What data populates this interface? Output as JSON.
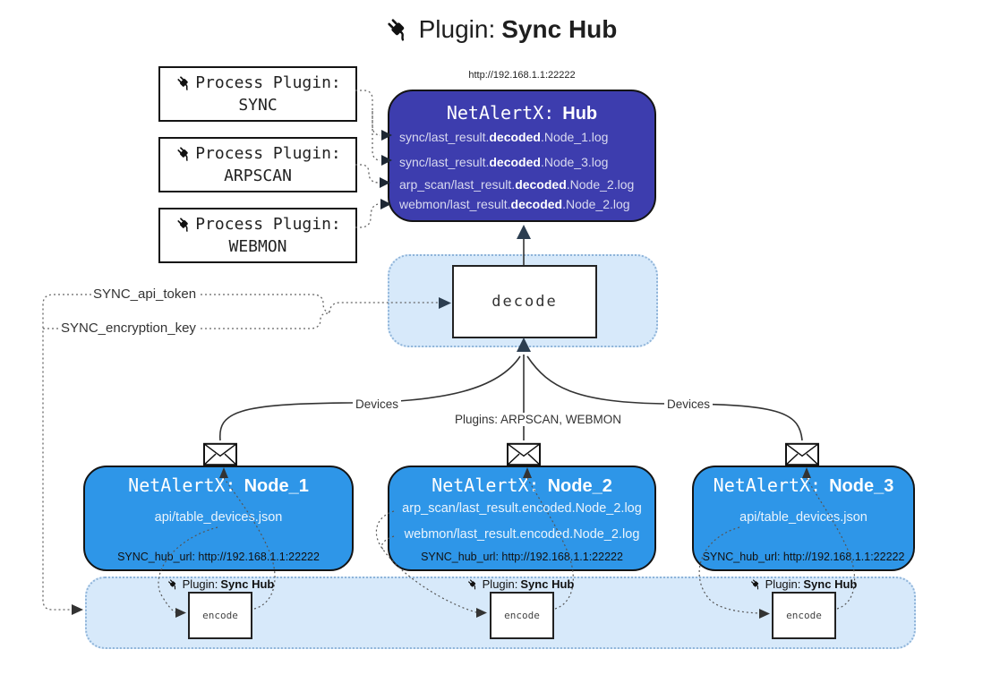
{
  "title": {
    "label": "Plugin:",
    "name": "Sync Hub"
  },
  "process_plugins": [
    {
      "label": "Process Plugin:",
      "name": "SYNC"
    },
    {
      "label": "Process Plugin:",
      "name": "ARPSCAN"
    },
    {
      "label": "Process Plugin:",
      "name": "WEBMON"
    }
  ],
  "hub": {
    "url": "http://192.168.1.1:22222",
    "title_prefix": "NetAlertX:",
    "title_name": "Hub",
    "logs": [
      {
        "pre": "sync/last_result.",
        "bold": "decoded",
        "post": ".Node_1.log"
      },
      {
        "pre": "sync/last_result.",
        "bold": "decoded",
        "post": ".Node_3.log"
      },
      {
        "pre": "arp_scan/last_result.",
        "bold": "decoded",
        "post": ".Node_2.log"
      },
      {
        "pre": "webmon/last_result.",
        "bold": "decoded",
        "post": ".Node_2.log"
      }
    ]
  },
  "config_labels": {
    "api_token": "SYNC_api_token",
    "encryption_key": "SYNC_encryption_key"
  },
  "decode_step": {
    "label": "decode"
  },
  "edge_labels": {
    "devices_left": "Devices",
    "plugins_middle": "Plugins: ARPSCAN, WEBMON",
    "devices_right": "Devices"
  },
  "nodes": [
    {
      "title_prefix": "NetAlertX:",
      "title_name": "Node_1",
      "files": [
        "api/table_devices.json"
      ],
      "hub_url": "SYNC_hub_url: http://192.168.1.1:22222"
    },
    {
      "title_prefix": "NetAlertX:",
      "title_name": "Node_2",
      "files": [
        "arp_scan/last_result.encoded.Node_2.log",
        "webmon/last_result.encoded.Node_2.log"
      ],
      "hub_url": "SYNC_hub_url: http://192.168.1.1:22222"
    },
    {
      "title_prefix": "NetAlertX:",
      "title_name": "Node_3",
      "files": [
        "api/table_devices.json"
      ],
      "hub_url": "SYNC_hub_url: http://192.168.1.1:22222"
    }
  ],
  "encode_section": {
    "plugin_label": "Plugin:",
    "plugin_name": "Sync Hub",
    "encode_label": "encode"
  },
  "icons": {
    "plug": "plug",
    "envelope": "envelope"
  },
  "colors": {
    "hub_fill": "#3d3dae",
    "hub_text": "#d9daf0",
    "node_fill": "#2e96e8",
    "node_text": "#eaf4fd",
    "panel_fill": "#d7e9fa",
    "panel_border": "#8fb4d9"
  }
}
